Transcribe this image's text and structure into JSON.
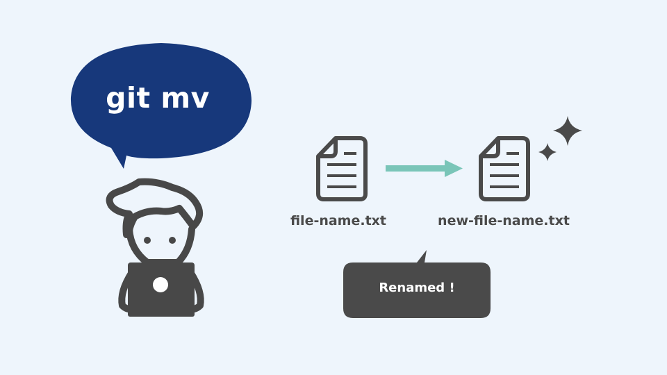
{
  "command_bubble": {
    "text": "git mv",
    "color": "#17387b"
  },
  "character": {
    "description": "person with laptop",
    "color": "#484848"
  },
  "files": {
    "old": {
      "label": "file-name.txt"
    },
    "new": {
      "label": "new-file-name.txt"
    }
  },
  "arrow": {
    "color": "#7ac5b8"
  },
  "result_bubble": {
    "text": "Renamed !",
    "color": "#4a4a4a"
  },
  "background": "#eef5fc"
}
